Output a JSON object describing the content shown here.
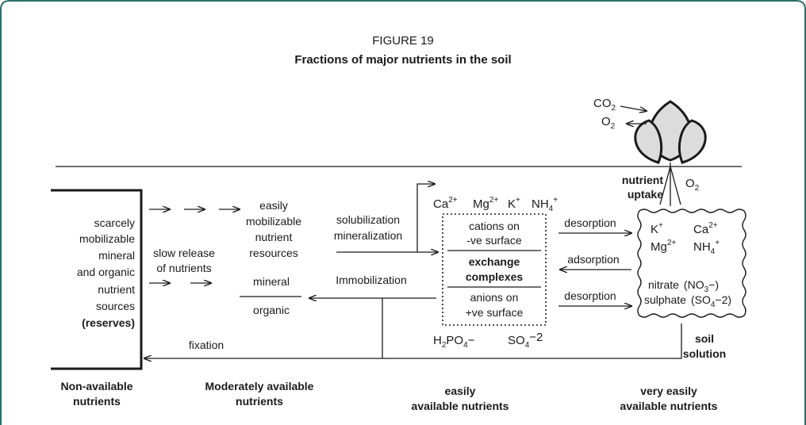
{
  "frame": {
    "border_color": "#2e6e68"
  },
  "figure": {
    "number": "FIGURE 19",
    "title": "Fractions of major nutrients in the soil"
  },
  "plant": {
    "icon": "plant-icon",
    "gas_co2_base": "CO",
    "gas_co2_sub": "2",
    "gas_o2_base": "O",
    "gas_o2_sub": "2",
    "root_o2_base": "O",
    "root_o2_sub": "2",
    "uptake_line1": "nutrient",
    "uptake_line2": "uptake"
  },
  "reserves": {
    "lines": [
      "scarcely",
      "mobilizable",
      "mineral",
      "and organic",
      "nutrient",
      "sources"
    ],
    "emph": "(reserves)"
  },
  "moderate": {
    "easily_lines": [
      "easily",
      "mobilizable",
      "nutrient",
      "resources"
    ],
    "slow_release_lines": [
      "slow release",
      "of nutrients"
    ],
    "mineral": "mineral",
    "organic": "organic"
  },
  "processes": {
    "solubilization": "solubilization",
    "mineralization": "mineralization",
    "immobilization": "Immobilization",
    "fixation": "fixation",
    "desorption_top": "desorption",
    "adsorption": "adsorption",
    "desorption_bottom": "desorption"
  },
  "exchange": {
    "cations": [
      {
        "base": "Ca",
        "sup": "2+"
      },
      {
        "base": "Mg",
        "sup": "2+"
      },
      {
        "base": "K",
        "sup": "+"
      },
      {
        "base": "NH",
        "sub": "4",
        "sup": "+"
      }
    ],
    "cations_on": "cations on",
    "neg_surface": "-ve surface",
    "complex_line1": "exchange",
    "complex_line2": "complexes",
    "anions_on": "anions on",
    "pos_surface": "+ve surface",
    "anion1": {
      "pre": "H",
      "sub1": "2",
      "mid": "PO",
      "sub2": "4",
      "post": "−"
    },
    "anion2": {
      "pre": "SO",
      "sub1": "4",
      "post": "−2"
    }
  },
  "solution": {
    "k": {
      "base": "K",
      "sup": "+"
    },
    "ca": {
      "base": "Ca",
      "sup": "2+"
    },
    "mg": {
      "base": "Mg",
      "sup": "2+"
    },
    "nh4": {
      "base": "NH",
      "sub": "4",
      "sup": "+"
    },
    "nitrate": {
      "label": "nitrate",
      "pre": "(NO",
      "sub": "3",
      "post": "−)"
    },
    "sulphate": {
      "label": "sulphate",
      "pre": "(SO",
      "sub": "4",
      "post": "−2)"
    },
    "label_line1": "soil",
    "label_line2": "solution"
  },
  "categories": {
    "non_available": [
      "Non-available",
      "nutrients"
    ],
    "moderate": [
      "Moderately available",
      "nutrients"
    ],
    "easily": [
      "easily",
      "available nutrients"
    ],
    "very_easily": [
      "very easily",
      "available nutrients"
    ]
  }
}
